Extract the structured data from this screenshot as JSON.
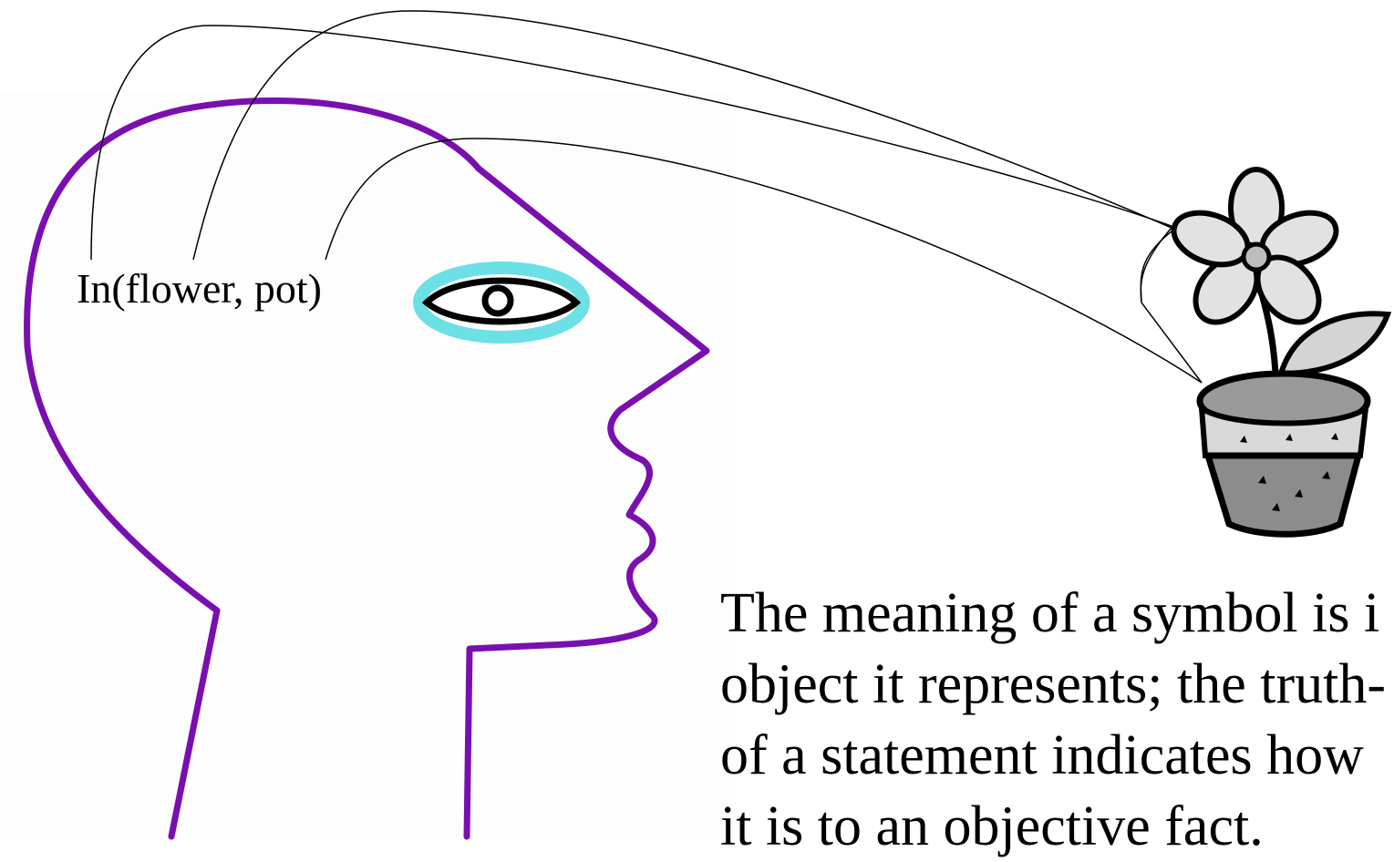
{
  "diagram": {
    "formula_text": "In(flower, pot)",
    "caption_lines": [
      "The meaning of a symbol is i",
      "object it represents; the truth-",
      "of a statement indicates how",
      "it is to an objective fact."
    ],
    "colors": {
      "head_outline": "#7a0fb0",
      "eye_glow": "#39d6dc",
      "eye_outline": "#000000",
      "pot_fill": "#8c8c8c",
      "pot_band": "#d9d9d9",
      "petal_fill": "#e2e2e2",
      "leaf_fill": "#d4d4d4",
      "connector_line": "#000000"
    },
    "icons": [
      "head-profile-icon",
      "eye-icon",
      "flower-pot-icon"
    ]
  }
}
